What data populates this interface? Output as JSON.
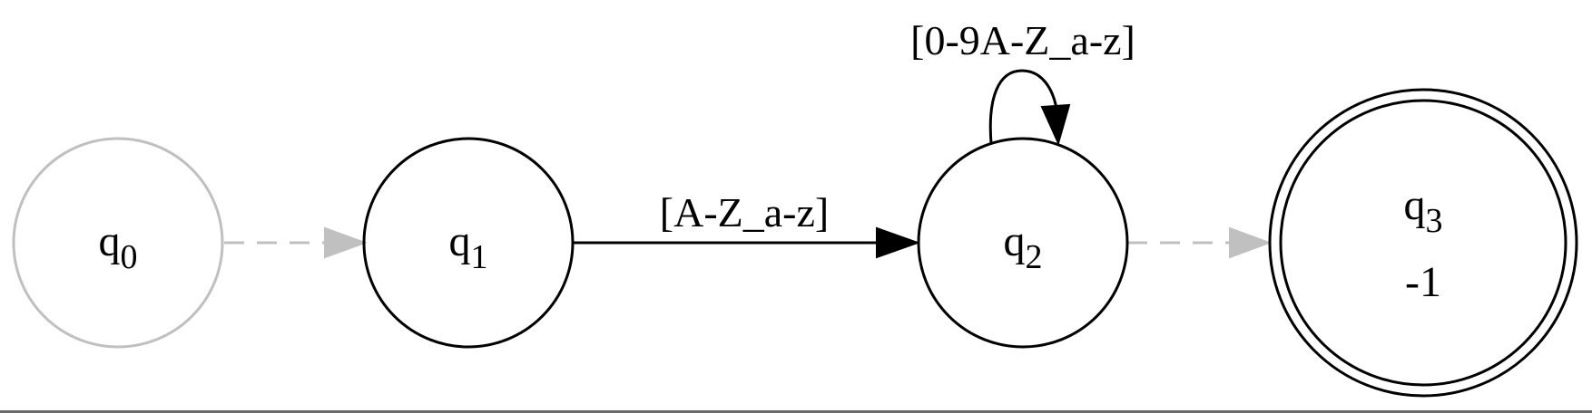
{
  "diagram": {
    "type": "finite-state-automaton",
    "colors": {
      "active": "#000000",
      "inactive": "#c0c0c0",
      "background": "#ffffff"
    },
    "states": [
      {
        "id": "q0",
        "name": "q",
        "subscript": "0",
        "output": "",
        "accepting": false,
        "inactive": true
      },
      {
        "id": "q1",
        "name": "q",
        "subscript": "1",
        "output": "",
        "accepting": false,
        "inactive": false
      },
      {
        "id": "q2",
        "name": "q",
        "subscript": "2",
        "output": "",
        "accepting": false,
        "inactive": false
      },
      {
        "id": "q3",
        "name": "q",
        "subscript": "3",
        "output": "-1",
        "accepting": true,
        "inactive": false
      }
    ],
    "transitions": [
      {
        "id": "q0-q1",
        "from": "q0",
        "to": "q1",
        "label": "",
        "style": "dashed"
      },
      {
        "id": "q1-q2",
        "from": "q1",
        "to": "q2",
        "label": "[A-Z_a-z]",
        "style": "solid"
      },
      {
        "id": "q2-q2",
        "from": "q2",
        "to": "q2",
        "label": "[0-9A-Z_a-z]",
        "style": "solid"
      },
      {
        "id": "q2-q3",
        "from": "q2",
        "to": "q3",
        "label": "",
        "style": "dashed"
      }
    ]
  }
}
